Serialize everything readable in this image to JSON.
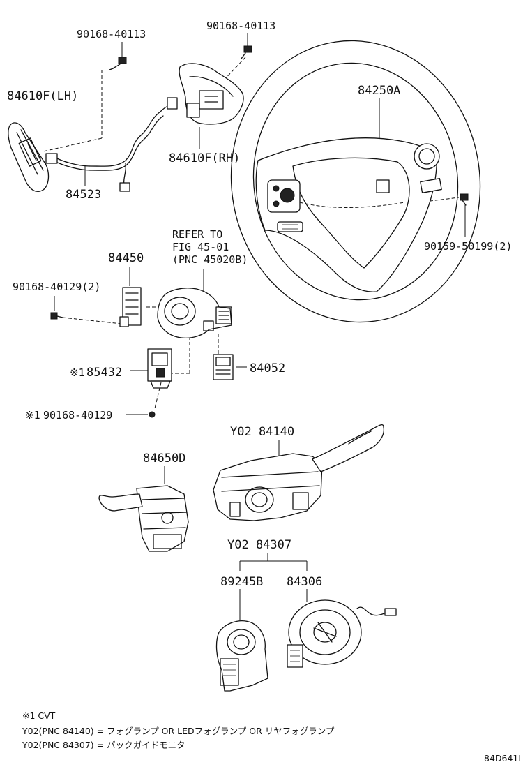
{
  "labels": {
    "bolt_top_left": "90168-40113",
    "bolt_top_center": "90168-40113",
    "switch_lh": "84610F(LH)",
    "switch_rh": "84610F(RH)",
    "wire_harness": "84523",
    "steering_wheel": "84250A",
    "bolt_wheel": "90159-50199(2)",
    "refer_line1": "REFER TO",
    "refer_line2": "FIG 45-01",
    "refer_line3": "(PNC 45020B)",
    "switch_84450": "84450",
    "bolt_84450": "90168-40129(2)",
    "sensor_85432": "85432",
    "mark_85432": "※1",
    "bolt_bottom": "90168-40129",
    "mark_bolt_bottom": "※1",
    "connector_84052": "84052",
    "lever_right": "Y02 84140",
    "lever_left": "84650D",
    "spiral_group": "Y02 84307",
    "sensor_89245B": "89245B",
    "spiral_84306": "84306"
  },
  "notes": {
    "line1": "※1 CVT",
    "line2": "Y02(PNC 84140) = フォグランプ OR LEDフォグランプ OR リヤフォグランプ",
    "line3": "Y02(PNC 84307) = バックガイドモニタ"
  },
  "figure_id": "84D641I"
}
